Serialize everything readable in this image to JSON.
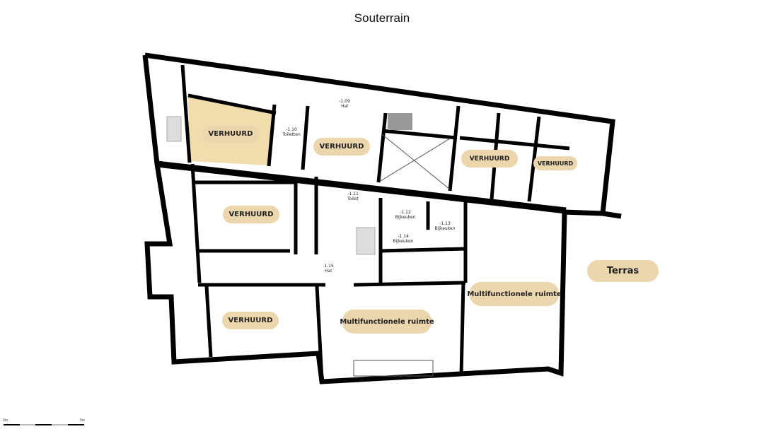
{
  "title": "Souterrain",
  "labels": {
    "verhuurd": "VERHUURD",
    "multi": "Multifunctionele ruimte",
    "terras": "Terras"
  },
  "rooms": [
    {
      "code": "-1.09",
      "name": "Hal"
    },
    {
      "code": "-1.10",
      "name": "Toiletten"
    },
    {
      "code": "-1.11",
      "name": "Toilet"
    },
    {
      "code": "-1.12",
      "name": "Bijkeuken"
    },
    {
      "code": "-1.13",
      "name": "Bijkeuken"
    },
    {
      "code": "-1.14",
      "name": "Bijkeuken"
    },
    {
      "code": "-1.15",
      "name": "Hal"
    }
  ],
  "scale": {
    "start": "0m",
    "end": "5m"
  },
  "colors": {
    "accent": "#ecd6ad",
    "highlight": "#f1dcae",
    "wall": "#000000"
  }
}
